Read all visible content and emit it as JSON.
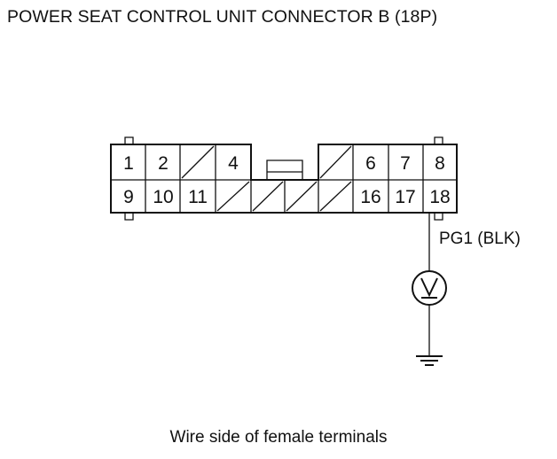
{
  "title": "POWER SEAT CONTROL UNIT CONNECTOR B (18P)",
  "caption": "Wire side of female terminals",
  "connector": {
    "top_row": [
      {
        "label": "1"
      },
      {
        "label": "2"
      },
      {
        "label": ""
      },
      {
        "label": "4"
      },
      {
        "label": "6"
      },
      {
        "label": "7"
      },
      {
        "label": "8"
      }
    ],
    "bottom_row": [
      {
        "label": "9"
      },
      {
        "label": "10"
      },
      {
        "label": "11"
      },
      {
        "label": ""
      },
      {
        "label": ""
      },
      {
        "label": ""
      },
      {
        "label": ""
      },
      {
        "label": "16"
      },
      {
        "label": "17"
      },
      {
        "label": "18"
      }
    ]
  },
  "wire": {
    "label": "PG1 (BLK)"
  },
  "symbols": {
    "meter": "voltmeter-icon",
    "ground": "ground-icon"
  }
}
